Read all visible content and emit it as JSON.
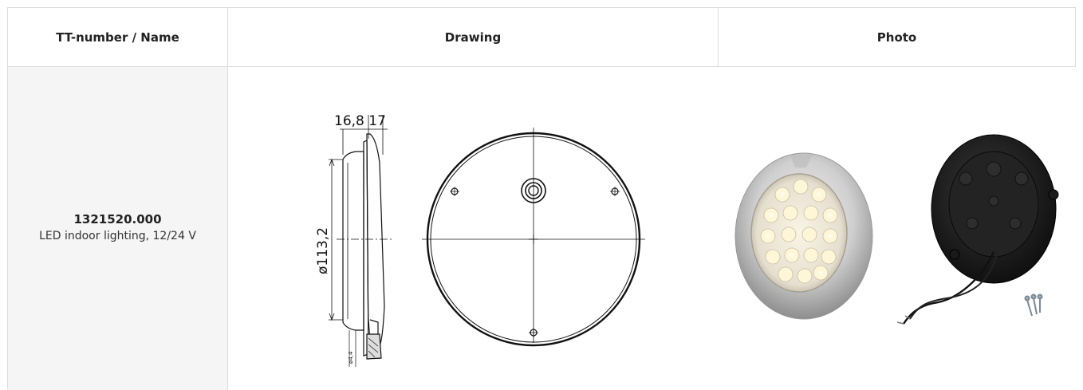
{
  "headers": {
    "col1": "TT-number / Name",
    "col2": "Drawing",
    "col3": "Photo"
  },
  "product": {
    "number": "1321520.000",
    "name": "LED indoor lighting, 12/24 V"
  },
  "drawing": {
    "dim_top": "16,8  17",
    "dim_diameter": "ø113,2",
    "dim_hole": "ø4,4"
  },
  "colors": {
    "border": "#dcdcdc",
    "body_bg": "#f5f5f5"
  }
}
